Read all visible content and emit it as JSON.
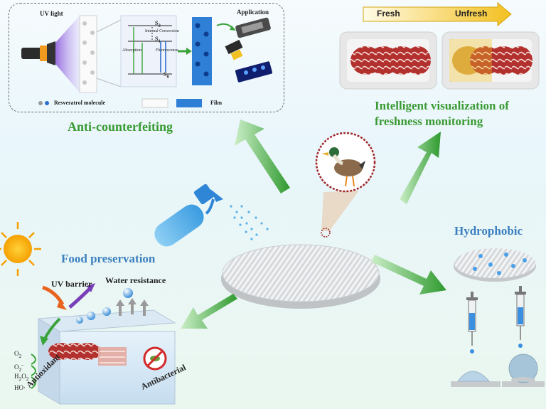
{
  "anti_counterfeiting": {
    "title": "Anti-counterfeiting",
    "uv_light": "UV light",
    "application": "Application",
    "s2": "S",
    "s2_sub": "2",
    "s1": "S",
    "s1_sub": "1",
    "s0": "S",
    "s0_sub": "0",
    "internal_conversion": "Internal Conversion",
    "absorption": "Absorption",
    "fluorescence": "Fluorescence",
    "resveratrol_molecule": "Resveratrol molecule",
    "film": "Film"
  },
  "freshness": {
    "fresh": "Fresh",
    "unfresh": "Unfresh",
    "title_line1": "Intelligent visualization of",
    "title_line2": "freshness monitoring"
  },
  "food_preservation": {
    "title": "Food preservation",
    "uv_barrier": "UV barrier",
    "water_resistance": "Water resistance",
    "antioxidant": "Antioxidant",
    "antibacterial": "Antibacterial",
    "o2": "O",
    "o2_sub": "2",
    "o2_minus": "O",
    "o2_minus_sub": "2",
    "o2_minus_sup": "-",
    "h2o2": "H",
    "h2o2_mid": "O",
    "h2o2_sub": "2",
    "ho": "HO·"
  },
  "hydrophobic": {
    "title": "Hydrophobic"
  },
  "colors": {
    "green_arrow": "#3aa33a",
    "title_green": "#3a9a33",
    "title_blue": "#3b7fbf",
    "fresh_arrow": "#f2c020",
    "film_blue": "#2f7fd6"
  }
}
